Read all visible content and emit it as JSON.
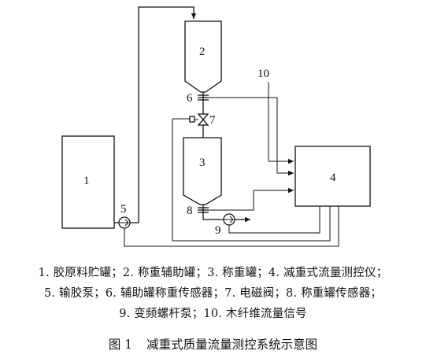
{
  "diagram": {
    "labels": {
      "n1": "1",
      "n2": "2",
      "n3": "3",
      "n4": "4",
      "n5": "5",
      "n6": "6",
      "n7": "7",
      "n8": "8",
      "n9": "9",
      "n10": "10"
    }
  },
  "legend": {
    "line1": "1. 胶原料贮罐；2. 称重辅助罐；3. 称重罐；4. 减重式流量测控仪；",
    "line2": "5. 输胶泵；6. 辅助罐称重传感器；7. 电磁阀；8. 称重罐传感器；",
    "line3": "9. 变频螺杆泵；10. 木纤维流量信号"
  },
  "caption": {
    "number": "图 1",
    "title": "减重式质量流量测控系统示意图"
  }
}
